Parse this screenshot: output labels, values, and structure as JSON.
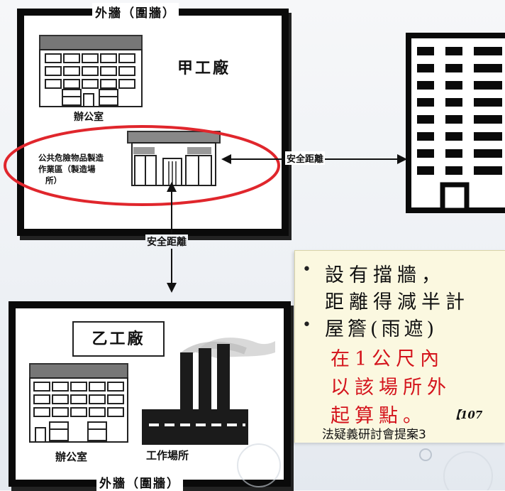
{
  "factory_a": {
    "outer_wall_label": "外牆（圍牆）",
    "name": "甲工廠",
    "office_label": "辦公室",
    "hazard_area_label_line1": "公共危險物品製造",
    "hazard_area_label_line2": "作業區（製造場",
    "hazard_area_label_line3": "所）"
  },
  "distance_labels": {
    "horizontal": "安全距離",
    "vertical": "安全距離"
  },
  "factory_b": {
    "name": "乙工廠",
    "office_label": "辦公室",
    "workplace_label": "工作場所",
    "outer_wall_label": "外牆（圍牆）"
  },
  "notes": {
    "line1": "設有擋牆，",
    "line2": "距離得減半計",
    "line3": "屋簷(雨遮)",
    "line4": "在1公尺內",
    "line5": "以該場所外",
    "line6": "起算點。",
    "citation": "【107",
    "line7": "法疑義研討會提案3"
  },
  "colors": {
    "highlight_ring": "#e0262c",
    "note_red": "#d4141c",
    "wall": "#0a0a0a"
  }
}
